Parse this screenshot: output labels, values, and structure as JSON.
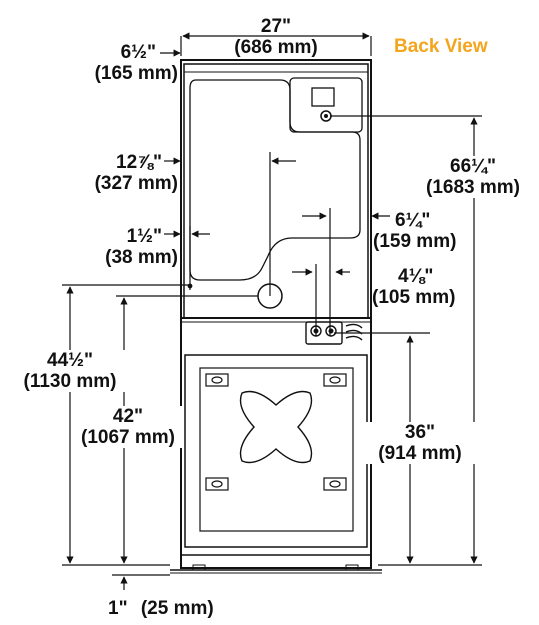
{
  "title": "Back View",
  "colors": {
    "title": "#f3a51d",
    "lines": "#111111"
  },
  "dimensions": {
    "width": {
      "imperial": "27\"",
      "metric": "(686 mm)"
    },
    "left_offset": {
      "imperial": "6½\"",
      "metric": "(165 mm)"
    },
    "duct_offset": {
      "imperial": "12⅞\"",
      "metric": "(327 mm)"
    },
    "small_offset": {
      "imperial": "1½\"",
      "metric": "(38 mm)"
    },
    "right_offset": {
      "imperial": "6¼\"",
      "metric": "(159 mm)"
    },
    "inlet_offset": {
      "imperial": "4⅛\"",
      "metric": "(105 mm)"
    },
    "total_height": {
      "imperial": "66¼\"",
      "metric": "(1683 mm)"
    },
    "duct_height": {
      "imperial": "44½\"",
      "metric": "(1130 mm)"
    },
    "vent_height": {
      "imperial": "42\"",
      "metric": "(1067 mm)"
    },
    "inlet_height": {
      "imperial": "36\"",
      "metric": "(914 mm)"
    },
    "floor_gap": {
      "imperial": "1\"",
      "metric": "(25 mm)"
    }
  }
}
